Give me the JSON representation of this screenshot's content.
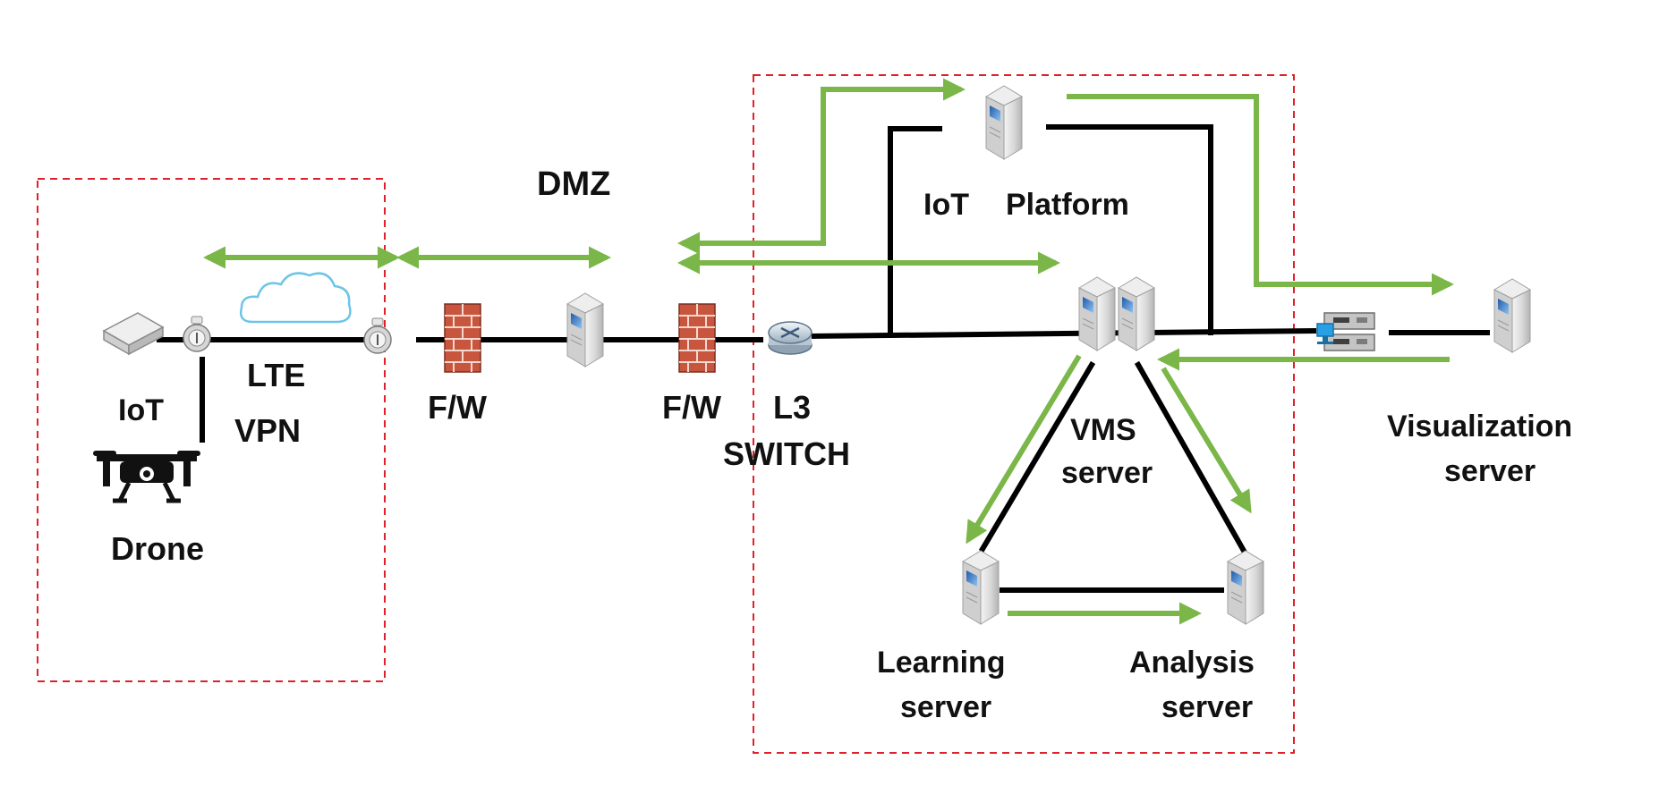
{
  "labels": {
    "dmz": "DMZ",
    "iot_left": "IoT",
    "lte": "LTE",
    "vpn": "VPN",
    "drone": "Drone",
    "fw_left": "F/W",
    "fw_right": "F/W",
    "l3": "L3",
    "switch": "SWITCH",
    "iot_platform_a": "IoT",
    "iot_platform_b": "Platform",
    "vms_a": "VMS",
    "vms_b": "server",
    "learning_a": "Learning",
    "learning_b": "server",
    "analysis_a": "Analysis",
    "analysis_b": "server",
    "visualization_a": "Visualization",
    "visualization_b": "server"
  },
  "colors": {
    "link": "#000000",
    "flow_arrow": "#7ab648",
    "zone_border": "#e0202a",
    "firewall_brick": "#c8553d",
    "cloud_outline": "#6cc4e8"
  },
  "icons": {
    "iot_device": "iot-gateway-icon",
    "radio": "lte-radio-icon",
    "cloud": "cloud-icon",
    "firewall": "firewall-icon",
    "server": "server-tower-icon",
    "router": "router-icon",
    "drone": "drone-icon",
    "rack": "rack-server-icon"
  }
}
